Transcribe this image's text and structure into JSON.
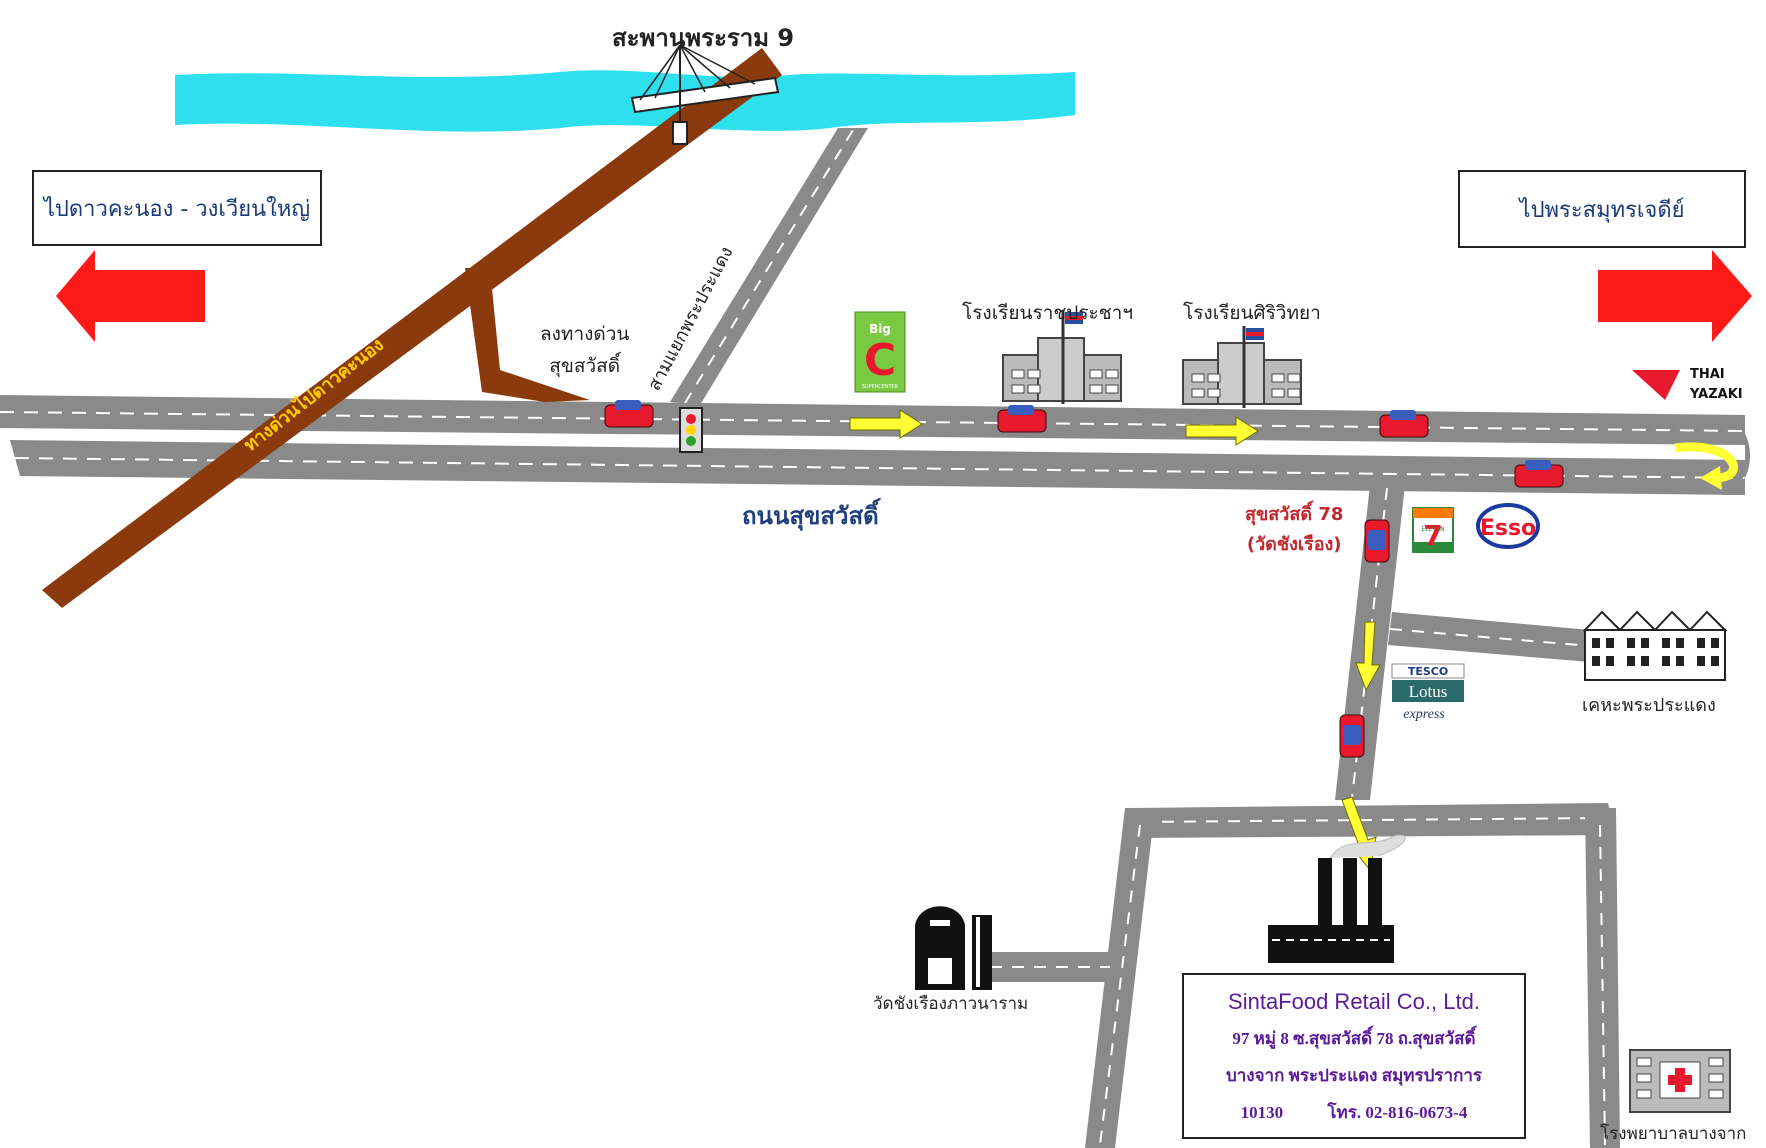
{
  "labels": {
    "bridge": "สะพานพระราม 9",
    "left_direction": "ไปดาวคะนอง - วงเวียนใหญ่",
    "right_direction": "ไปพระสมุทรเจดีย์",
    "expressway": "ทางด่วนไปดาวคะนอง",
    "exit_line1": "ลงทางด่วน",
    "exit_line2": "สุขสวัสดิ์",
    "junction": "สามแยกพระประแดง",
    "school1": "โรงเรียนราชประชาฯ",
    "school2": "โรงเรียนศิริวิทยา",
    "main_road": "ถนนสุขสวัสดิ์",
    "soi_line1": "สุขสวัสดิ์ 78",
    "soi_line2": "(วัดชังเรือง)",
    "housing": "เคหะพระประแดง",
    "temple": "วัดชังเรืองภาวนาราม",
    "hospital": "โรงพยาบาลบางจาก"
  },
  "logos": {
    "thai_yazaki_line1": "THAI",
    "thai_yazaki_line2": "YAZAKI",
    "bigc_small": "Big",
    "bigc_letter": "C",
    "bigc_sub": "SUPERCENTER",
    "seven_eleven": "7",
    "seven_eleven_sub": "ELEVEN",
    "esso": "Esso",
    "tesco": "TESCO",
    "lotus": "Lotus",
    "express": "express"
  },
  "address": {
    "company": "SintaFood Retail Co., Ltd.",
    "line1": "97 หมู่ 8 ซ.สุขสวัสดิ์ 78 ถ.สุขสวัสดิ์",
    "line2": "บางจาก พระประแดง สมุทรปราการ",
    "postcode": "10130",
    "phone": "โทร. 02-816-0673-4"
  },
  "colors": {
    "river": "#2ee0ee",
    "road": "#8a8a8a",
    "expressway": "#8b3a0e",
    "arrow_red": "#ff1a1a",
    "arrow_yellow": "#ffff33",
    "car": "#e8192c",
    "text_company": "#5a1a9a"
  },
  "icons": [
    "arrow-left-icon",
    "arrow-right-icon",
    "car-icon",
    "traffic-light-icon",
    "school-icon",
    "factory-icon",
    "barn-icon",
    "hospital-icon",
    "u-turn-icon",
    "townhouse-icon"
  ]
}
